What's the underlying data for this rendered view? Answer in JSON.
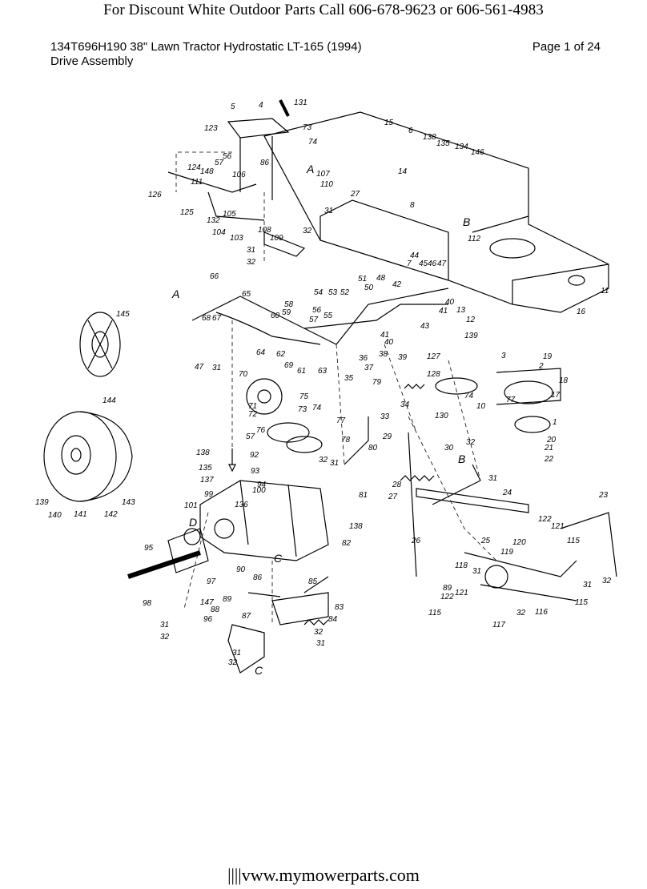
{
  "header": {
    "banner": "For  Discount White Outdoor Parts Call 606-678-9623 or 606-561-4983",
    "model_title": "134T696H190 38\" Lawn Tractor Hydrostatic LT-165 (1994)",
    "section": "Drive Assembly",
    "page": "Page 1 of 24"
  },
  "diagram": {
    "callouts": [
      "5",
      "4",
      "131",
      "123",
      "73",
      "74",
      "15",
      "6",
      "138",
      "135",
      "134",
      "146",
      "56",
      "57",
      "86",
      "124",
      "148",
      "106",
      "A",
      "107",
      "14",
      "111",
      "110",
      "27",
      "126",
      "105",
      "125",
      "132",
      "31",
      "104",
      "103",
      "108",
      "109",
      "32",
      "8",
      "B",
      "112",
      "31",
      "32",
      "44",
      "7",
      "45",
      "46",
      "47",
      "66",
      "A",
      "65",
      "51",
      "48",
      "42",
      "54",
      "53",
      "52",
      "50",
      "40",
      "41",
      "11",
      "58",
      "59",
      "13",
      "12",
      "16",
      "68",
      "67",
      "60",
      "55",
      "56",
      "57",
      "43",
      "40",
      "39",
      "41",
      "47",
      "31",
      "64",
      "62",
      "63",
      "69",
      "61",
      "37",
      "38",
      "36",
      "35",
      "127",
      "139",
      "3",
      "19",
      "2",
      "18",
      "17",
      "1",
      "20",
      "21",
      "22",
      "77",
      "130",
      "10",
      "128",
      "74",
      "34",
      "70",
      "75",
      "71",
      "72",
      "73",
      "74",
      "77",
      "76",
      "78",
      "57",
      "33",
      "79",
      "29",
      "30",
      "32",
      "B",
      "31",
      "80",
      "138",
      "92",
      "135",
      "93",
      "137",
      "94",
      "100",
      "32",
      "31",
      "99",
      "136",
      "101",
      "81",
      "D",
      "138",
      "28",
      "27",
      "24",
      "26",
      "23",
      "122",
      "121",
      "115",
      "120",
      "119",
      "95",
      "82",
      "25",
      "118",
      "31",
      "89",
      "121",
      "122",
      "115",
      "32",
      "117",
      "116",
      "115",
      "31",
      "32",
      "97",
      "86",
      "85",
      "98",
      "147",
      "89",
      "90",
      "87",
      "83",
      "31",
      "32",
      "96",
      "88",
      "84",
      "32",
      "31",
      "31",
      "32",
      "C",
      "C",
      "145",
      "144",
      "139",
      "140",
      "141",
      "142",
      "143"
    ]
  },
  "footer": {
    "url": "||||vww.mymowerparts.com"
  }
}
